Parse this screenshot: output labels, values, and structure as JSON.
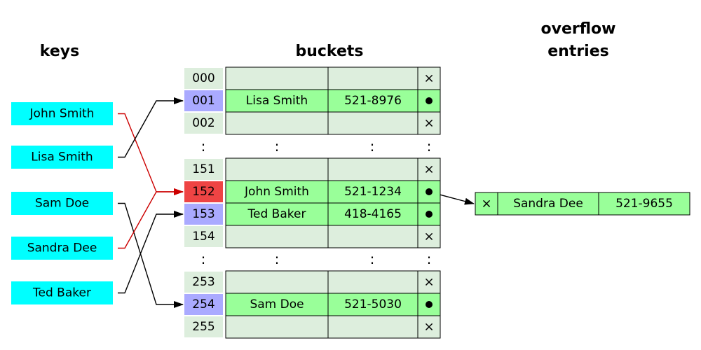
{
  "headings": {
    "keys": "keys",
    "buckets": "buckets",
    "overflow_line1": "overflow",
    "overflow_line2": "entries"
  },
  "keys": [
    "John Smith",
    "Lisa Smith",
    "Sam Doe",
    "Sandra Dee",
    "Ted Baker"
  ],
  "ellipsis": ":",
  "empty_marker": "×",
  "pointer_marker": "●",
  "bucket_groups": [
    [
      {
        "index": "000",
        "name": "",
        "phone": "",
        "pointer": false,
        "state": "empty"
      },
      {
        "index": "001",
        "name": "Lisa Smith",
        "phone": "521-8976",
        "pointer": false,
        "state": "used"
      },
      {
        "index": "002",
        "name": "",
        "phone": "",
        "pointer": false,
        "state": "empty"
      }
    ],
    [
      {
        "index": "151",
        "name": "",
        "phone": "",
        "pointer": false,
        "state": "empty"
      },
      {
        "index": "152",
        "name": "John Smith",
        "phone": "521-1234",
        "pointer": true,
        "state": "collision"
      },
      {
        "index": "153",
        "name": "Ted Baker",
        "phone": "418-4165",
        "pointer": false,
        "state": "used"
      },
      {
        "index": "154",
        "name": "",
        "phone": "",
        "pointer": false,
        "state": "empty"
      }
    ],
    [
      {
        "index": "253",
        "name": "",
        "phone": "",
        "pointer": false,
        "state": "empty"
      },
      {
        "index": "254",
        "name": "Sam Doe",
        "phone": "521-5030",
        "pointer": false,
        "state": "used"
      },
      {
        "index": "255",
        "name": "",
        "phone": "",
        "pointer": false,
        "state": "empty"
      }
    ]
  ],
  "overflow": [
    {
      "name": "Sandra Dee",
      "phone": "521-9655"
    }
  ],
  "mappings": [
    {
      "key": "John Smith",
      "bucket": "152",
      "color": "#cc0000"
    },
    {
      "key": "Lisa Smith",
      "bucket": "001",
      "color": "#000000"
    },
    {
      "key": "Sam Doe",
      "bucket": "254",
      "color": "#000000"
    },
    {
      "key": "Sandra Dee",
      "bucket": "152",
      "color": "#cc0000"
    },
    {
      "key": "Ted Baker",
      "bucket": "153",
      "color": "#000000"
    }
  ],
  "colors": {
    "key_fill": "#00ffff",
    "index_empty": "#ddeedd",
    "index_used": "#aaaaff",
    "index_collision": "#ee4444",
    "cell_empty": "#ddeedd",
    "cell_used": "#99ff99",
    "overflow_fill": "#99ff99",
    "arrow_black": "#000000",
    "arrow_red": "#cc0000"
  }
}
